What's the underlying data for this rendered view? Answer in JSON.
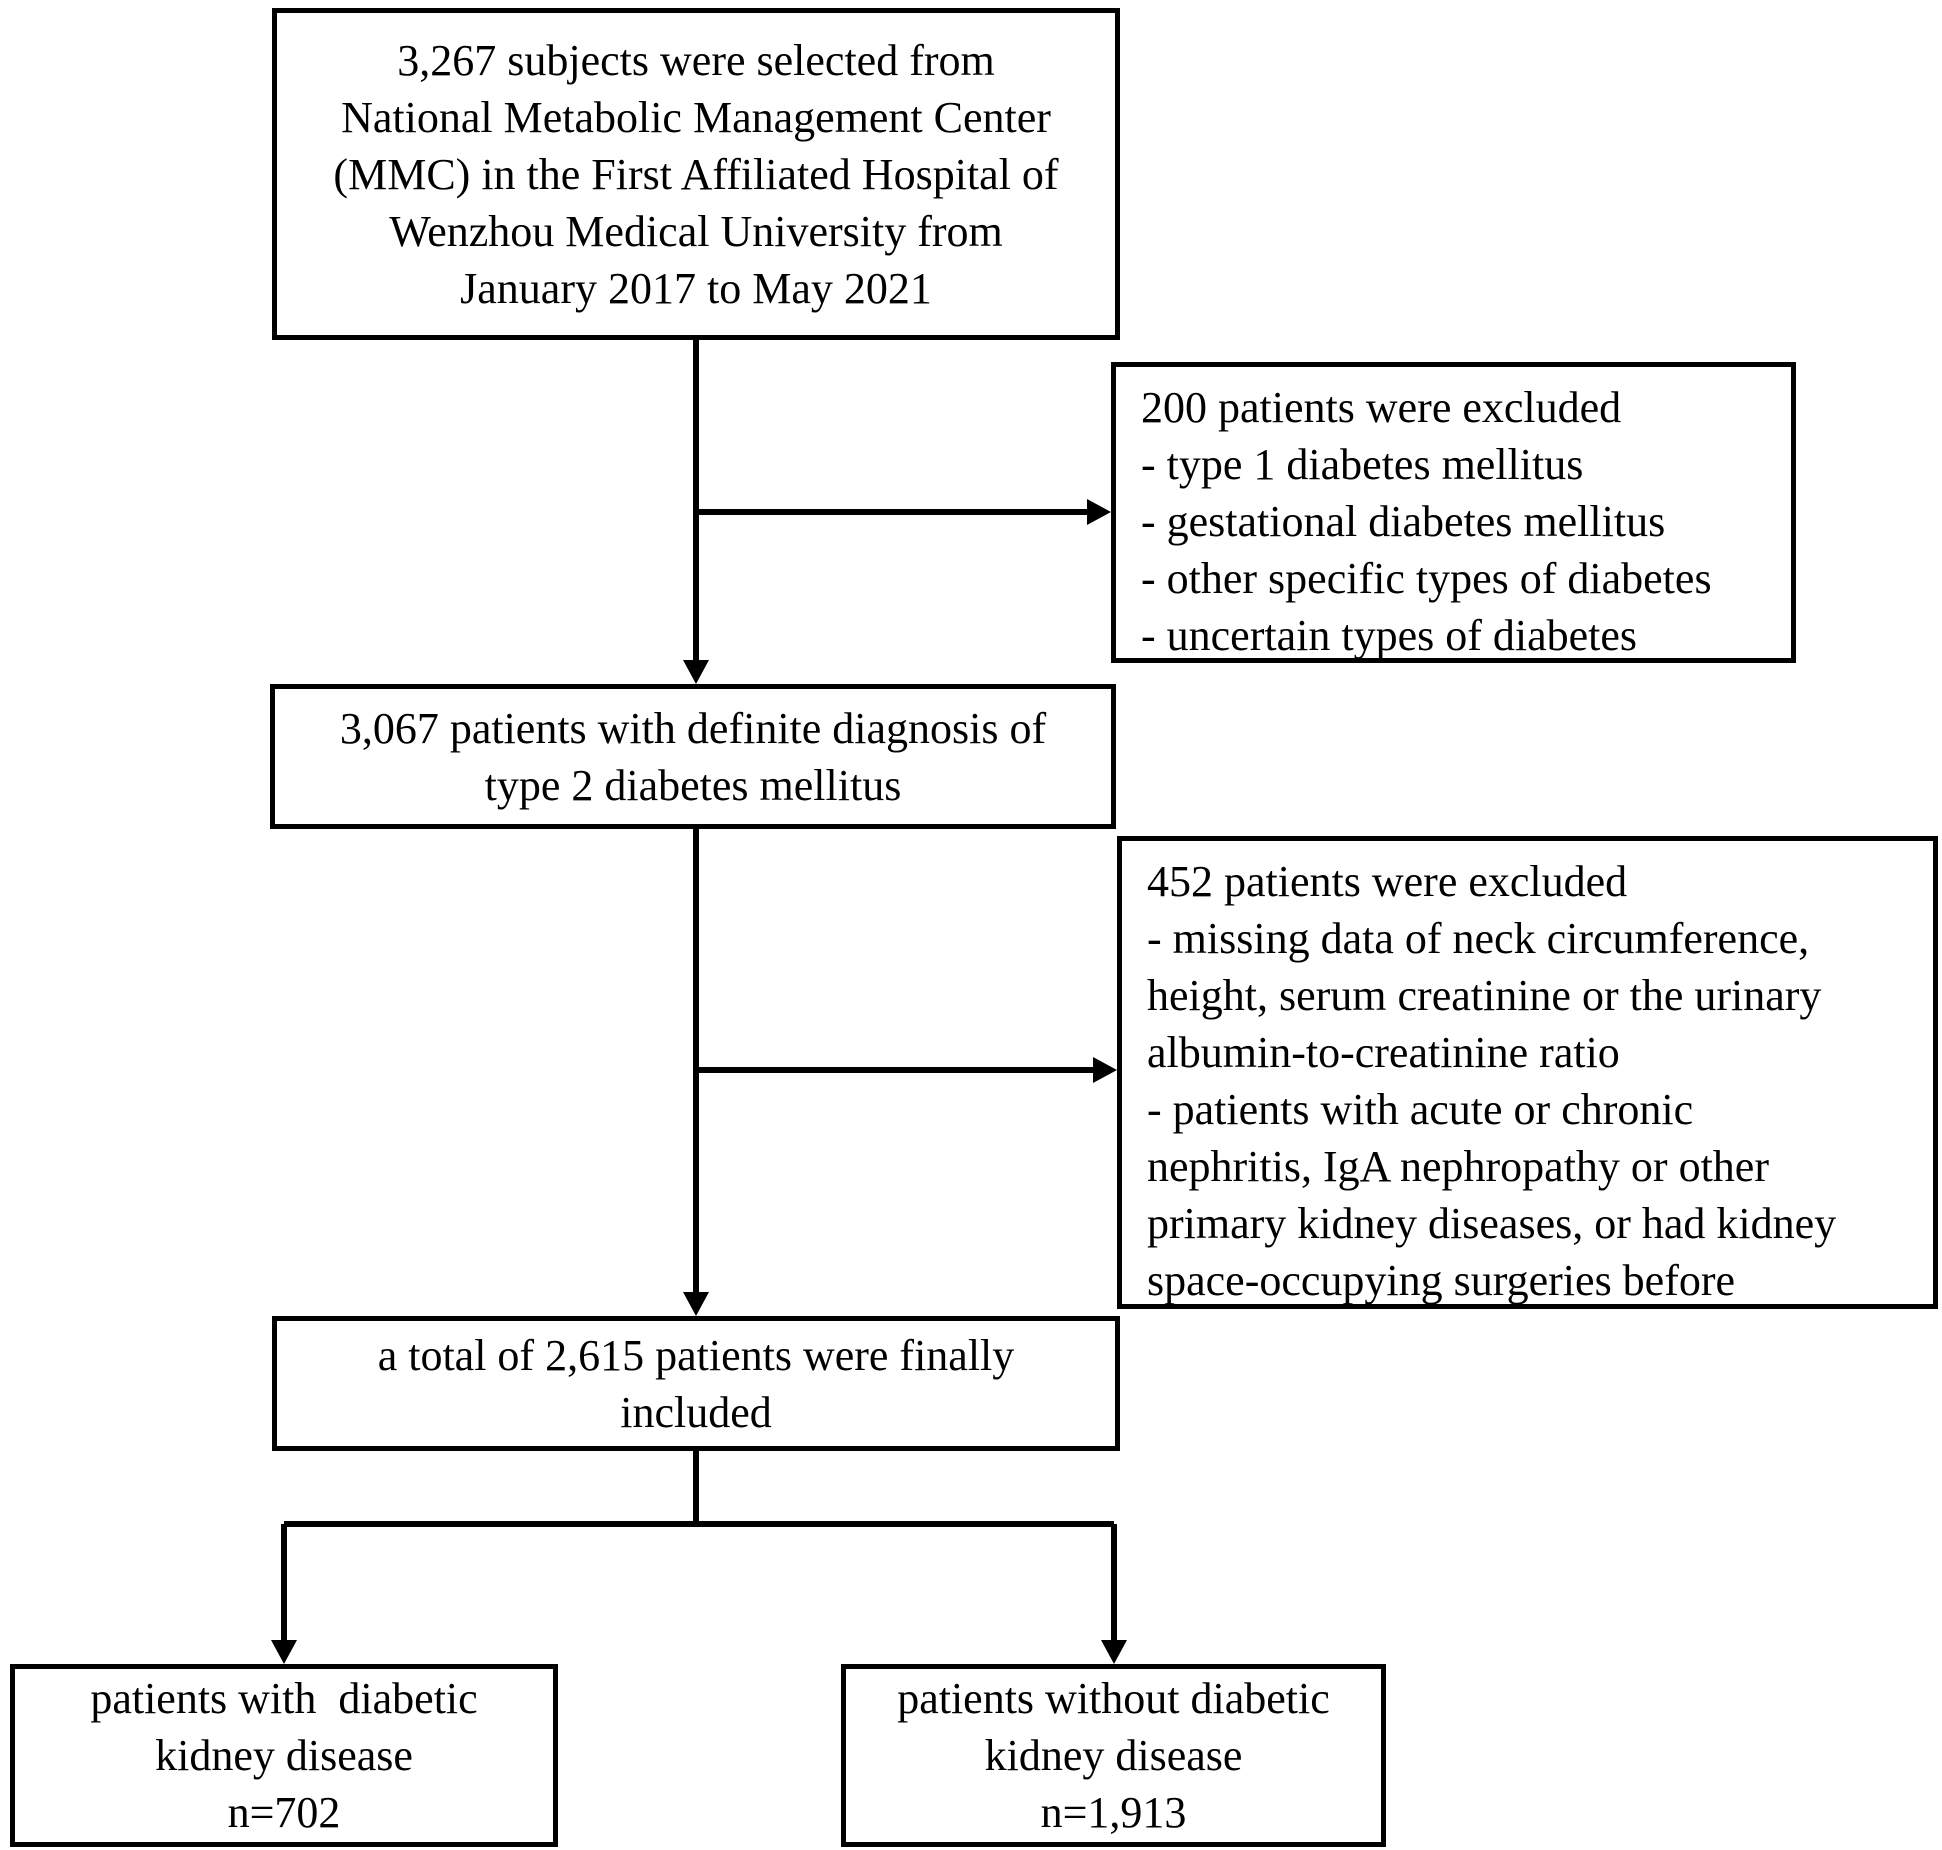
{
  "boxes": {
    "selected": {
      "lines": [
        "3,267 subjects were selected from",
        "National Metabolic Management Center",
        "(MMC) in the First Affiliated Hospital of",
        "Wenzhou Medical University from",
        "January 2017 to May 2021"
      ]
    },
    "excluded_first": {
      "lines": [
        "200 patients were excluded",
        "- type 1 diabetes mellitus",
        "- gestational diabetes mellitus",
        "- other specific types of diabetes",
        "- uncertain types of diabetes"
      ]
    },
    "type2": {
      "lines": [
        "3,067 patients with definite diagnosis of",
        "type 2 diabetes mellitus"
      ]
    },
    "excluded_second": {
      "lines": [
        "452 patients were excluded",
        "- missing data of neck circumference,",
        "height, serum creatinine or the urinary",
        "albumin-to-creatinine ratio",
        "- patients with acute or chronic",
        "nephritis, IgA nephropathy or other",
        "primary kidney diseases, or had kidney",
        "space-occupying surgeries before"
      ]
    },
    "final": {
      "lines": [
        "a total of 2,615 patients were finally",
        "included"
      ]
    },
    "with_dkd": {
      "lines": [
        "patients with  diabetic",
        "kidney disease",
        "n=702"
      ]
    },
    "without_dkd": {
      "lines": [
        "patients without diabetic",
        "kidney disease",
        "n=1,913"
      ]
    }
  }
}
